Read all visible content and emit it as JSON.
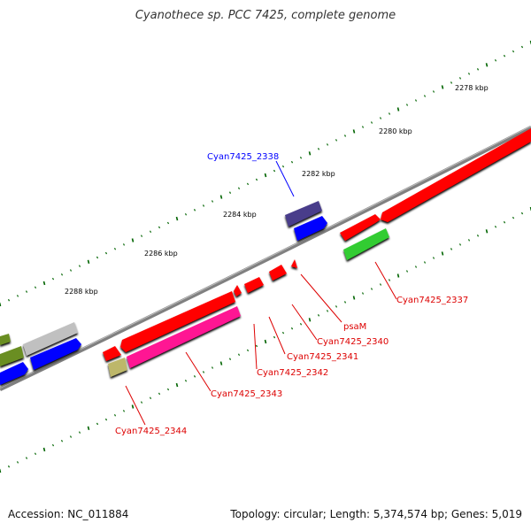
{
  "title": "Cyanothece sp. PCC 7425, complete genome",
  "footer": {
    "accession": "Accession: NC_011884",
    "summary": "Topology: circular; Length: 5,374,574 bp; Genes: 5,019"
  },
  "kbp_labels": [
    "2278 kbp",
    "2280 kbp",
    "2282 kbp",
    "2284 kbp",
    "2286 kbp",
    "2288 kbp"
  ],
  "gene_labels": [
    {
      "name": "Cyan7425_2338",
      "color": "#0000ff"
    },
    {
      "name": "Cyan7425_2337",
      "color": "#dd0000"
    },
    {
      "name": "psaM",
      "color": "#dd0000"
    },
    {
      "name": "Cyan7425_2340",
      "color": "#dd0000"
    },
    {
      "name": "Cyan7425_2341",
      "color": "#dd0000"
    },
    {
      "name": "Cyan7425_2342",
      "color": "#dd0000"
    },
    {
      "name": "Cyan7425_2343",
      "color": "#dd0000"
    },
    {
      "name": "Cyan7425_2344",
      "color": "#dd0000"
    }
  ],
  "colors": {
    "backbone": "#808080",
    "red": "#ff0000",
    "pink": "#ff1493",
    "blue": "#0000ff",
    "navy": "#483d8b",
    "green": "#33cc33",
    "khaki": "#bdb76b",
    "olive": "#6b8e23",
    "silver": "#c0c0c0",
    "tick": "#006400"
  }
}
